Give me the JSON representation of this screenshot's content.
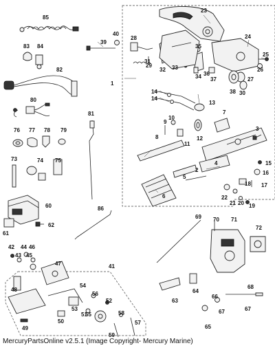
{
  "caption": "MercuryPartsOnline v2.5.1 (Image Copyright- Mercury Marine)",
  "callouts": {
    "c1": "1",
    "c2": "2",
    "c3": "3",
    "c4": "4",
    "c5": "5",
    "c6": "6",
    "c7": "7",
    "c8": "8",
    "c9": "9",
    "c10": "10",
    "c11": "11",
    "c12": "12",
    "c13": "13",
    "c14a": "14",
    "c14b": "14",
    "c15": "15",
    "c16": "16",
    "c17": "17",
    "c18": "18",
    "c19": "19",
    "c20": "20",
    "c21": "21",
    "c22": "22",
    "c23": "23",
    "c24": "24",
    "c25": "25",
    "c26": "26",
    "c27": "27",
    "c28": "28",
    "c29": "29",
    "c30": "30",
    "c31": "31",
    "c32": "32",
    "c33": "33",
    "c34": "34",
    "c35": "35",
    "c36": "36",
    "c37": "37",
    "c38": "38",
    "c39": "39",
    "c40": "40",
    "c41": "41",
    "c42": "42",
    "c43": "43",
    "c44": "44",
    "c45": "45",
    "c46": "46",
    "c47": "47",
    "c48": "48",
    "c49": "49",
    "c50": "50",
    "c51": "51",
    "c52": "52",
    "c53": "53",
    "c54": "54",
    "c55": "55",
    "c56": "56",
    "c57": "57",
    "c58": "58",
    "c59": "59",
    "c60": "60",
    "c61": "61",
    "c62": "62",
    "c63": "63",
    "c64": "64",
    "c65": "65",
    "c66": "66",
    "c67a": "67",
    "c67b": "67",
    "c68": "68",
    "c69": "69",
    "c70": "70",
    "c71": "71",
    "c72": "72",
    "c73": "73",
    "c74": "74",
    "c75": "75",
    "c76": "76",
    "c77": "77",
    "c78": "78",
    "c79": "79",
    "c80": "80",
    "c81": "81",
    "c82": "82",
    "c83": "83",
    "c84": "84",
    "c85": "85",
    "c86": "86"
  }
}
